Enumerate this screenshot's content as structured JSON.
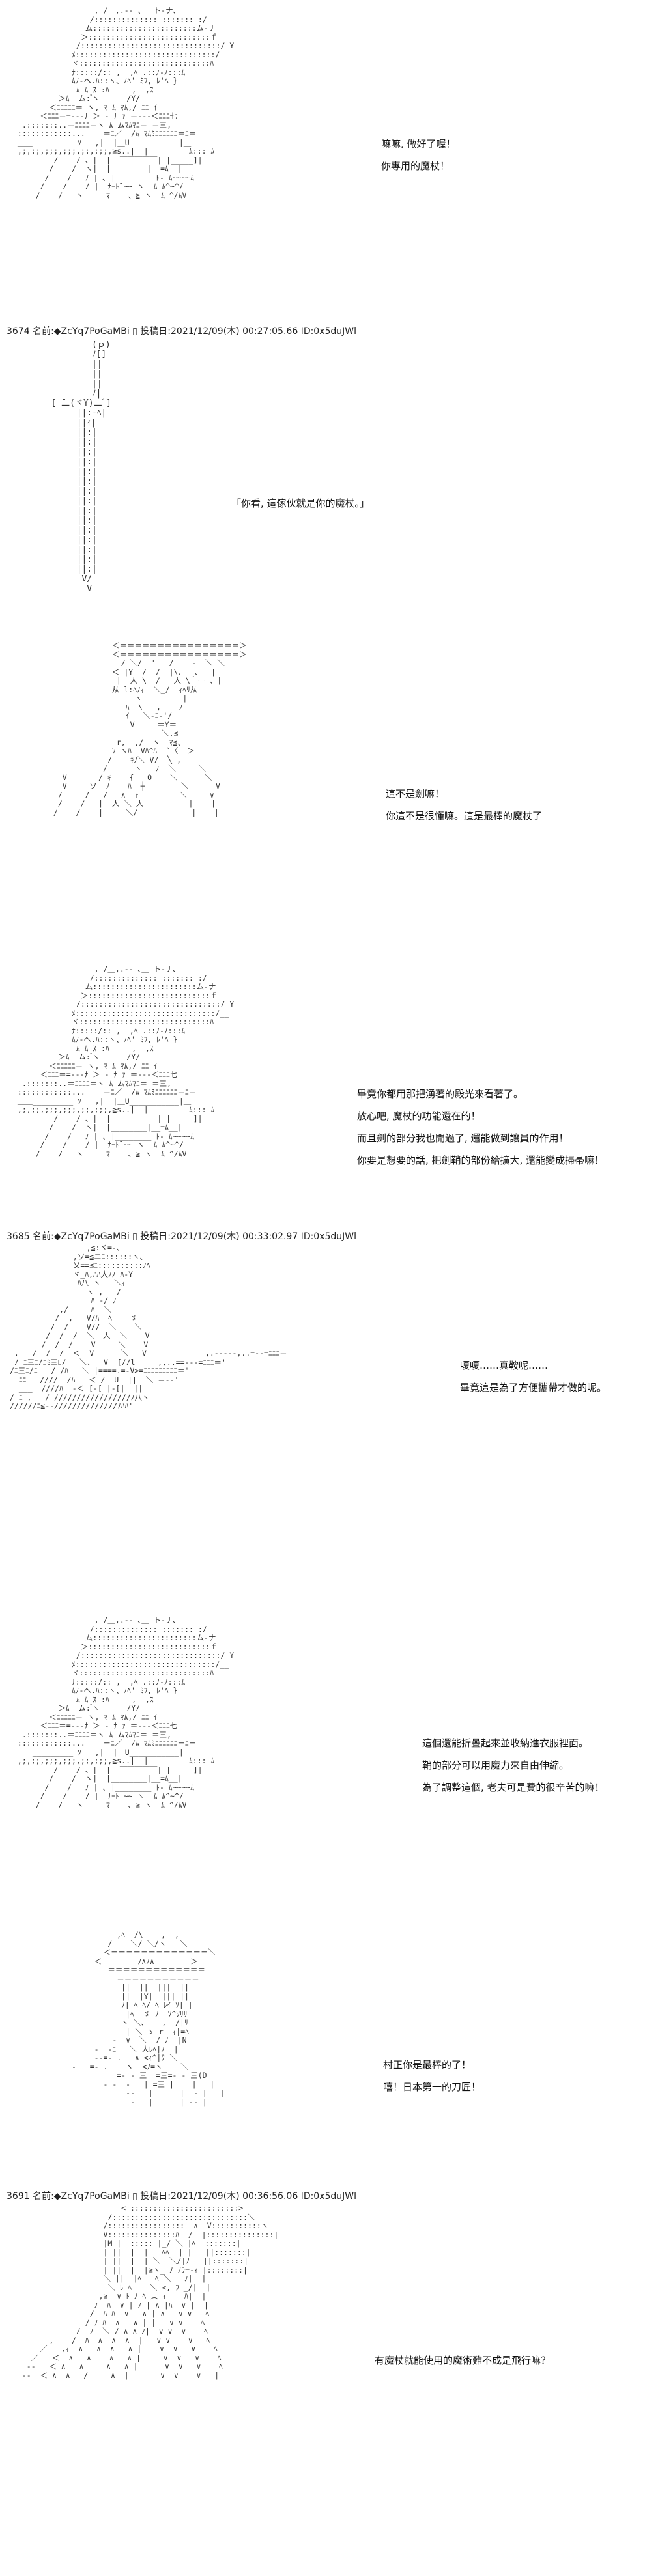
{
  "posts": [
    {
      "header": "3674 名前:◆ZcYq7PoGaMBi ▯ 投稿日:2021/12/09(木) 00:27:05.66 ID:0x5duJWl"
    },
    {
      "header": "3685 名前:◆ZcYq7PoGaMBi ▯ 投稿日:2021/12/09(木) 00:33:02.97 ID:0x5duJWl"
    },
    {
      "header": "3691 名前:◆ZcYq7PoGaMBi ▯ 投稿日:2021/12/09(木) 00:36:56.06 ID:0x5duJWl"
    }
  ],
  "dialogs": {
    "d1": [
      "嘛嘛, 做好了喔！",
      "你專用的魔杖！"
    ],
    "d2": [
      "「你看, 這傢伙就是你的魔杖。」"
    ],
    "d3": [
      "這不是劍嘛！",
      "你這不是很懂嘛。這是最棒的魔杖了"
    ],
    "d4": [
      "畢竟你都用那把湧著的殿光來看著了。",
      "放心吧, 魔杖的功能還在的！",
      "而且劍的部分我也開過了, 還能做到讓員的作用！",
      "你要是想要的話, 把劍鞘的部份給擴大, 還能變成掃帚嘛！"
    ],
    "d5": [
      "嗄嗄……真鞍呢……",
      "畢竟這是為了方便攜帶才做的呢。"
    ],
    "d6": [
      "這個還能折疊起來並收納進衣服裡面。",
      "鞘的部分可以用魔力來自由伸縮。",
      "為了調整這個, 老夫可是費的很辛苦的嘛！"
    ],
    "d7": [
      "村正你是最棒的了！",
      "嘻！日本第一的刀匠！"
    ],
    "d8": [
      "有魔杖就能使用的魔術難不成是飛行嘛？"
    ]
  }
}
